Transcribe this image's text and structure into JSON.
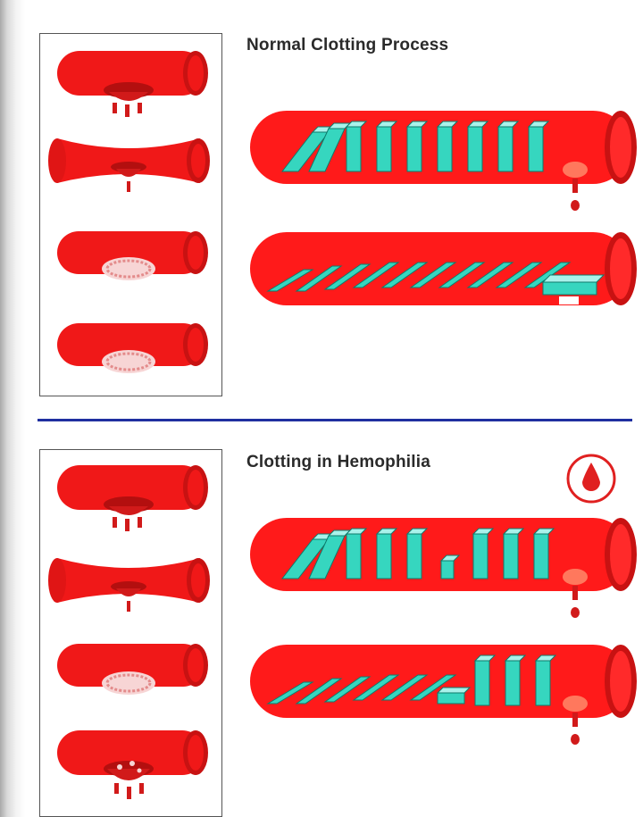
{
  "sections": [
    {
      "title": "Normal Clotting Process",
      "side_steps": [
        "bleeding",
        "constricted",
        "clot",
        "clot"
      ]
    },
    {
      "title": "Clotting in Hemophilia",
      "side_steps": [
        "bleeding",
        "constricted",
        "clot",
        "bleeding-clot"
      ]
    }
  ],
  "colors": {
    "vessel": "#ff1a1a",
    "vessel_dark": "#c81212",
    "blood": "#d11a1a",
    "domino_front": "#36d6bf",
    "domino_top": "#a9f2ea",
    "domino_side": "#14907e",
    "divider": "#1f2fa0"
  },
  "icons": {
    "hemophilia_badge": "blood-drop-icon"
  }
}
